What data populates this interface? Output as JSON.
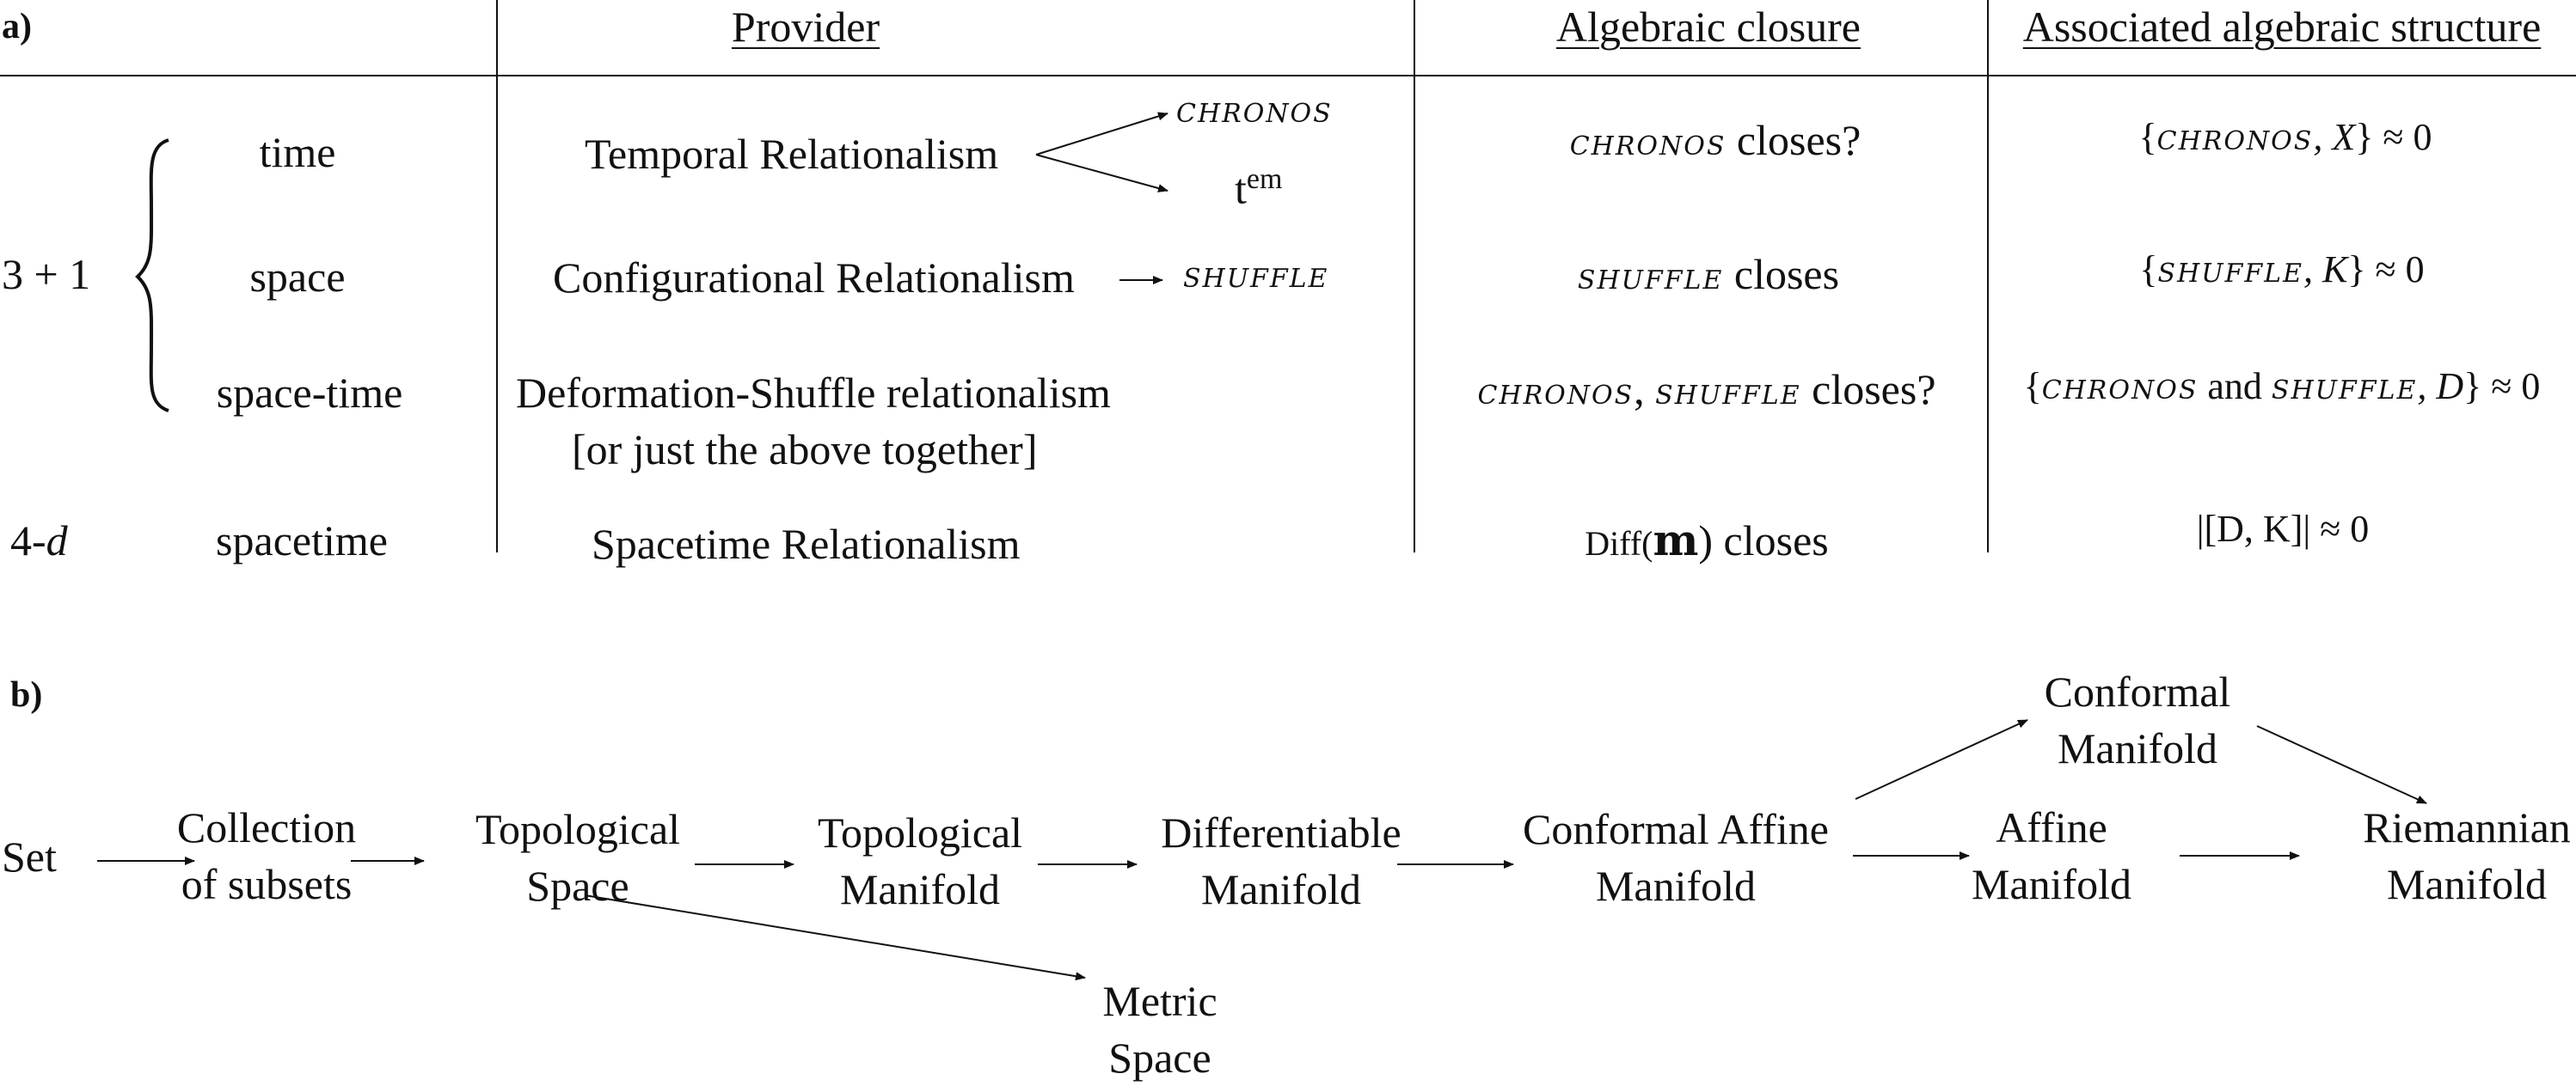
{
  "part_a": {
    "label": "a)",
    "headers": {
      "provider": "Provider",
      "closure": "Algebraic closure",
      "structure": "Associated algebraic structure"
    },
    "group_label": "3 + 1",
    "row_labels": {
      "time": "time",
      "space": "space",
      "spacetime_split": "space-time",
      "four_d_prefix": "4-",
      "four_d_var": "d",
      "spacetime": "spacetime"
    },
    "providers": {
      "temporal": "Temporal Relationalism",
      "chronos": "CHRONOS",
      "t_base": "t",
      "t_sup": "em",
      "configurational": "Configurational Relationalism",
      "shuffle": "SHUFFLE",
      "deformation": "Deformation-Shuffle relationalism",
      "deformation_note": "[or just the above together]",
      "spacetime": "Spacetime Relationalism"
    },
    "closures": {
      "time_word": "CHRONOS",
      "time_rest": "closes?",
      "space_word": "SHUFFLE",
      "space_rest": "closes",
      "st_word1": "CHRONOS",
      "st_sep": ", ",
      "st_word2": "SHUFFLE",
      "st_rest": "closes?",
      "diff_pre": "Diff(",
      "diff_m": "m",
      "diff_post": ") closes"
    },
    "structures": {
      "time_open": "{",
      "time_word": "CHRONOS",
      "time_var": ", X",
      "time_close": "} ≈ 0",
      "space_open": "{",
      "space_word": "SHUFFLE",
      "space_var": ", K",
      "space_close": "} ≈ 0",
      "st_open": "{",
      "st_word1": "CHRONOS",
      "st_and": " and ",
      "st_word2": "SHUFFLE",
      "st_var": ", D",
      "st_close": "} ≈ 0",
      "fourd": "|[D, K]| ≈ 0"
    }
  },
  "part_b": {
    "label": "b)",
    "nodes": {
      "set": "Set",
      "collection": "Collection of subsets",
      "topological_space": "Topological Space",
      "topological_manifold": "Topological Manifold",
      "differentiable_manifold": "Differentiable Manifold",
      "conformal_affine": "Conformal Affine Manifold",
      "conformal": "Conformal Manifold",
      "affine": "Affine Manifold",
      "riemannian": "Riemannian Manifold",
      "metric_space": "Metric Space"
    }
  }
}
